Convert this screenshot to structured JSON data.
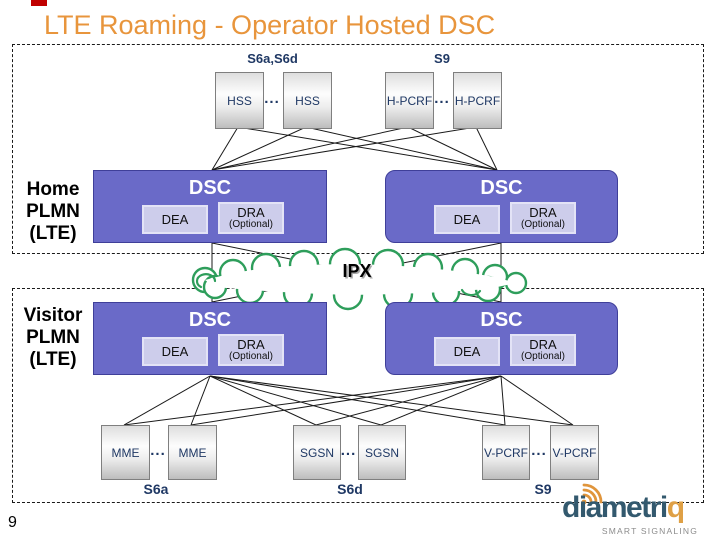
{
  "title": "LTE Roaming - Operator Hosted DSC",
  "page_number": "9",
  "ellipsis": "...",
  "home_plmn": {
    "label_lines": [
      "Home",
      "PLMN",
      "(LTE)"
    ],
    "interfaces": {
      "left": "S6a,S6d",
      "right": "S9"
    },
    "nodes": [
      "HSS",
      "HSS",
      "H-PCRF",
      "H-PCRF"
    ]
  },
  "dsc": {
    "title": "DSC",
    "dea": "DEA",
    "dra": "DRA",
    "dra_note": "(Optional)"
  },
  "ipx": {
    "label": "IPX"
  },
  "visitor_plmn": {
    "label_lines": [
      "Visitor",
      "PLMN",
      "(LTE)"
    ],
    "nodes": [
      "MME",
      "MME",
      "SGSN",
      "SGSN",
      "V-PCRF",
      "V-PCRF"
    ],
    "interfaces": {
      "s6a": "S6a",
      "s6d": "S6d",
      "s9": "S9"
    }
  },
  "logo": {
    "brand": "diametri",
    "brand_accent": "q",
    "tagline": "SMART SIGNALING"
  },
  "colors": {
    "title_orange": "#E8953C",
    "label_navy": "#1F3864",
    "dsc_fill": "#6A6AC8",
    "dsc_border": "#3F3F99",
    "sub_box_fill": "#CDCDEB",
    "cloud_green": "#2E9E5B",
    "logo_blue": "#33596E",
    "logo_orange": "#DFA045",
    "marker_red": "#C00000"
  }
}
